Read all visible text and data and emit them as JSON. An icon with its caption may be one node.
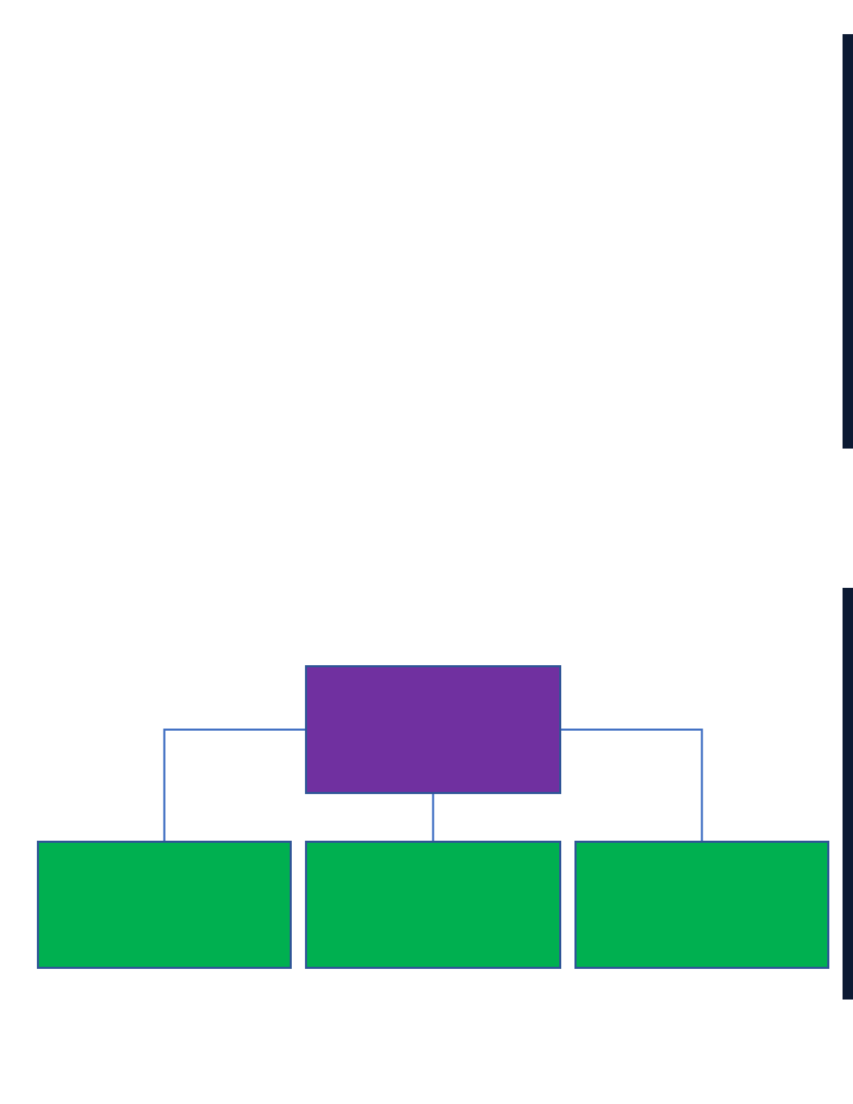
{
  "diagram": {
    "nodes": [
      {
        "text": [],
        "shape": "box"
      },
      {
        "text": [],
        "shape": "box"
      },
      {
        "text": [],
        "shape": "box"
      },
      {
        "text": [],
        "shape": "box"
      }
    ],
    "edges": [
      {
        "from": 0,
        "to": 1,
        "arrow": "none"
      },
      {
        "from": 0,
        "to": 2,
        "arrow": "none"
      },
      {
        "from": 0,
        "to": 3,
        "arrow": "none"
      }
    ]
  }
}
